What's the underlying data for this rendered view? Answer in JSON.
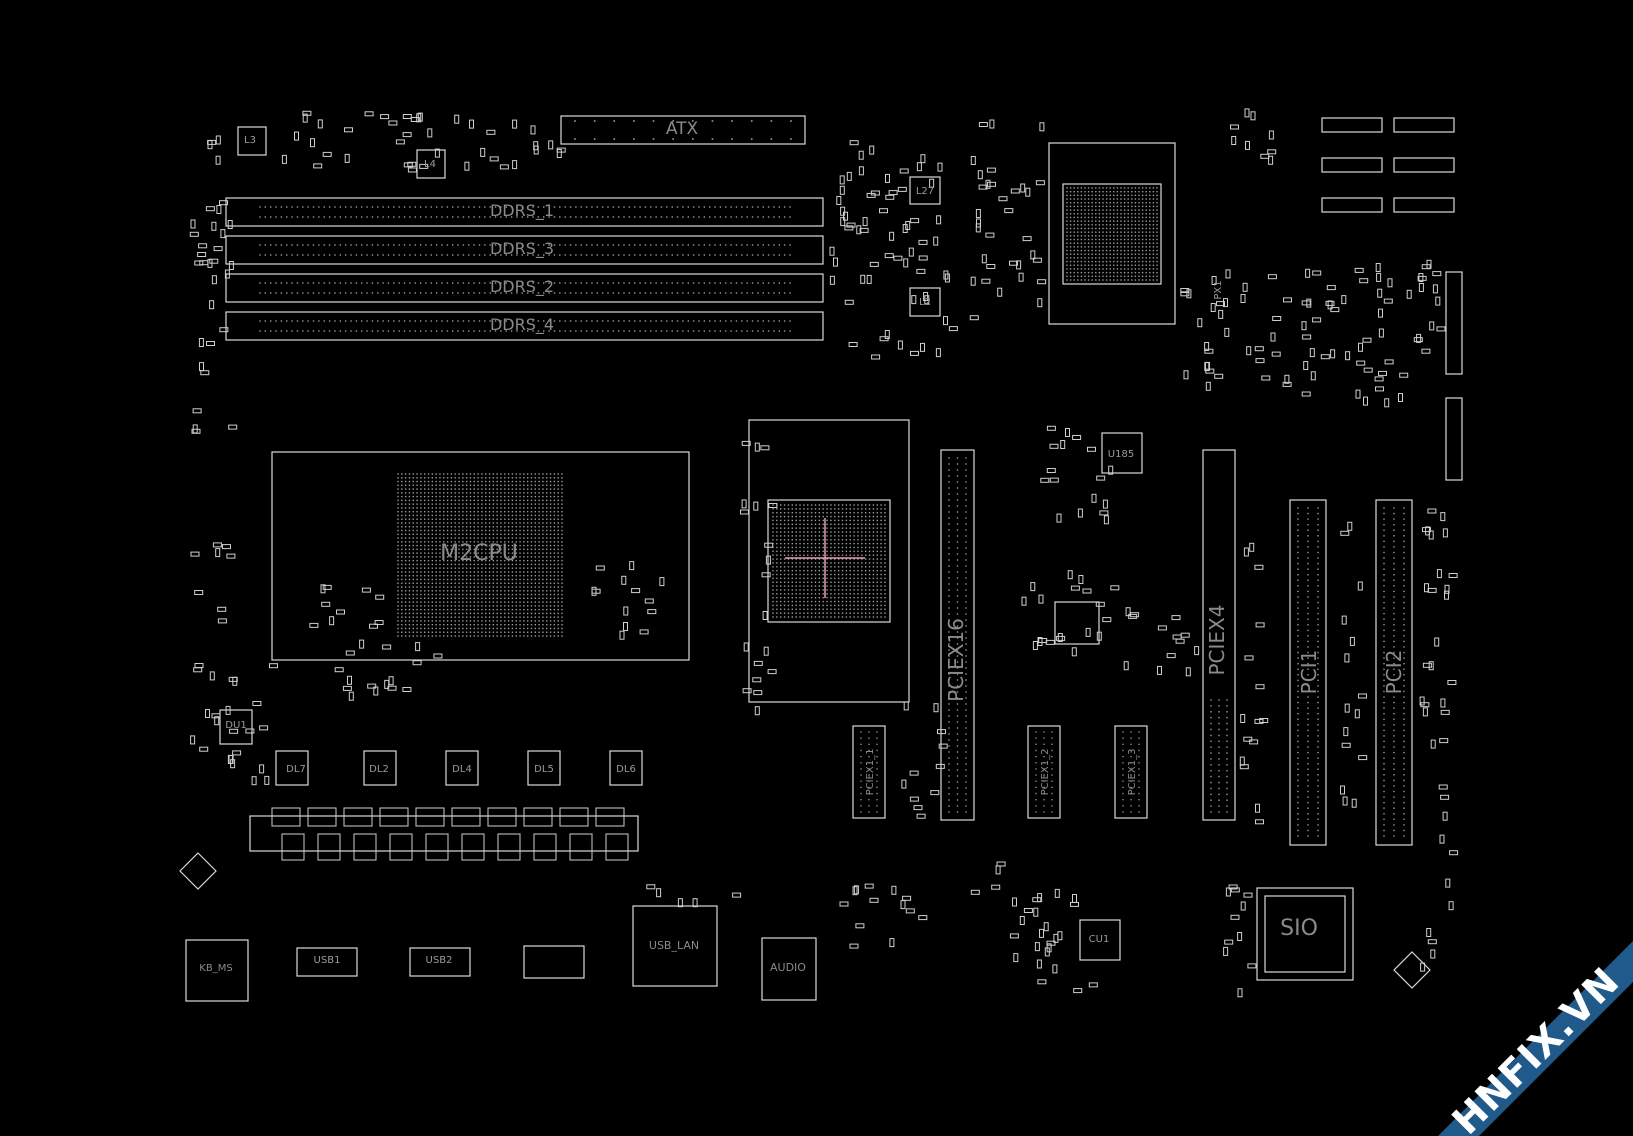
{
  "board": {
    "background": "#000000",
    "outline_color": "#d8d8d8",
    "pin_color": "#9c9c9c",
    "label_color": "#8a8a8a",
    "crosshair_color": "#e8a0b0",
    "labels": {
      "atx": "ATX",
      "ddr_1": "DDRS_1",
      "ddr_3": "DDRS_3",
      "ddr_2": "DDRS_2",
      "ddr_4": "DDRS_4",
      "m2cpu": "M2CPU",
      "pciex16": "PCIEX16",
      "pciex4": "PCIEX4",
      "pci1": "PCI1",
      "pci2": "PCI2",
      "pciex1_1": "PCIEX1_1",
      "pciex1_2": "PCIEX1_2",
      "pciex1_3": "PCIEX1_3",
      "sio": "SIO",
      "usb_lan": "USB_LAN",
      "audio": "AUDIO",
      "kb_ms": "KB_MS",
      "usb1": "USB1",
      "usb2": "USB2",
      "l3": "L3",
      "l4": "L4",
      "l2": "L2",
      "l27": "L27",
      "u185": "U185",
      "cu1": "CU1",
      "du1": "DU1",
      "dl7": "DL7",
      "dl2": "DL2",
      "dl4": "DL4",
      "dl5": "DL5",
      "dl6": "DL6",
      "px1": "PX1"
    }
  },
  "watermark": {
    "text": "HNFIX.VN",
    "band_color": "#1f5a8a",
    "text_color": "#ffffff"
  }
}
